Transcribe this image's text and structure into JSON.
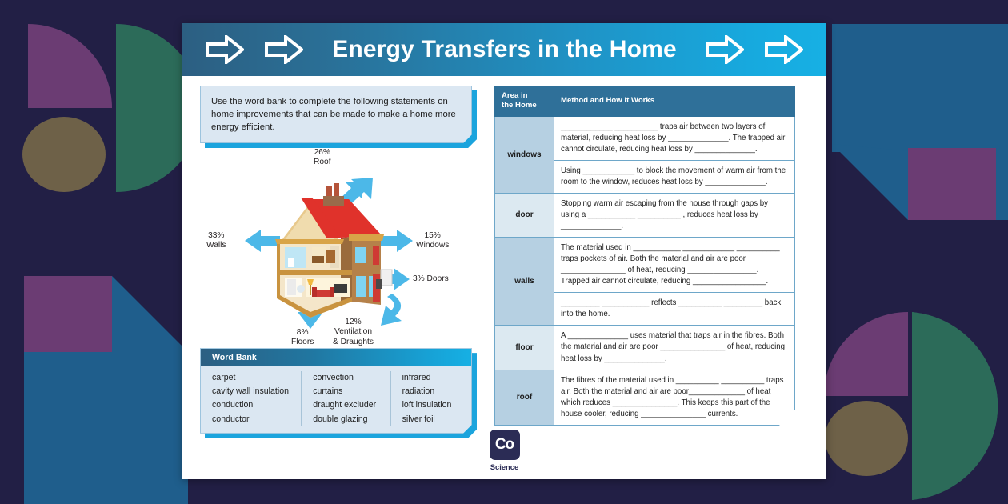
{
  "header": {
    "title": "Energy Transfers in the Home",
    "left_arrows": [
      "arrow-right-icon",
      "arrow-right-icon"
    ],
    "right_arrows": [
      "arrow-right-icon",
      "arrow-right-icon"
    ],
    "gradient_from": "#2c5f82",
    "gradient_to": "#17b0e4"
  },
  "instruction": {
    "text": "Use the word bank to complete the following statements on home improvements that can be made to make a home more energy efficient."
  },
  "diagram": {
    "alt": "cutaway-house-heat-loss-diagram",
    "labels": [
      {
        "name": "roof",
        "pct": "26%",
        "text": "Roof"
      },
      {
        "name": "walls",
        "pct": "33%",
        "text": "Walls"
      },
      {
        "name": "windows",
        "pct": "15%",
        "text": "Windows"
      },
      {
        "name": "doors",
        "pct": "3%",
        "text": "Doors"
      },
      {
        "name": "floors",
        "pct": "8%",
        "text": "Floors"
      },
      {
        "name": "ventilation",
        "pct": "12%",
        "text": "Ventilation\n& Draughts"
      }
    ],
    "label_roof": "26%\nRoof",
    "label_walls": "33%\nWalls",
    "label_windows": "15%\nWindows",
    "label_doors": "3% Doors",
    "label_floors": "8%\nFloors",
    "label_ventilation": "12%\nVentilation\n& Draughts",
    "arrow_color": "#4cb8e8"
  },
  "word_bank": {
    "title": "Word Bank",
    "columns": [
      [
        "carpet",
        "cavity wall insulation",
        "conduction",
        "conductor"
      ],
      [
        "convection",
        "curtains",
        "draught excluder",
        "double glazing"
      ],
      [
        "infrared radiation",
        "loft insulation",
        "silver foil"
      ]
    ]
  },
  "table": {
    "headers": {
      "area": "Area in\nthe Home",
      "method": "Method and How it Works"
    },
    "rows": [
      {
        "area": "windows",
        "methods": [
          "____________ __________ traps air between two layers of material, reducing heat loss by ______________. The trapped air cannot circulate, reducing heat loss by ______________.",
          "Using ____________ to block the movement of warm air from the room to the window, reduces heat loss by ______________."
        ]
      },
      {
        "area": "door",
        "methods": [
          "Stopping warm air escaping from the house through gaps by using a ___________ __________ , reduces heat loss by ______________."
        ]
      },
      {
        "area": "walls",
        "methods": [
          "The material used in ___________ ____________ __________ traps pockets of air. Both the material and air are poor _______________ of heat, reducing ________________.\nTrapped air cannot circulate, reducing _________________.",
          "_________ ___________ reflects __________ _________ back into the home."
        ]
      },
      {
        "area": "floor",
        "methods": [
          "A ______________ uses material that traps air in the fibres. Both the material and air are poor _______________ of heat, reducing heat loss by ______________."
        ]
      },
      {
        "area": "roof",
        "methods": [
          "The fibres of the material used in __________ __________ traps air. Both the material and air are poor_____________ of heat which reduces _______________. This keeps this part of the house cooler, reducing _______________ currents."
        ]
      }
    ]
  },
  "logo": {
    "mark": "Co",
    "caption": "Science"
  },
  "background": {
    "base": "#221f45",
    "purple": "#6b3c73",
    "green": "#2c6b59",
    "blue": "#1f5e8c",
    "olive": "#6e6148"
  }
}
